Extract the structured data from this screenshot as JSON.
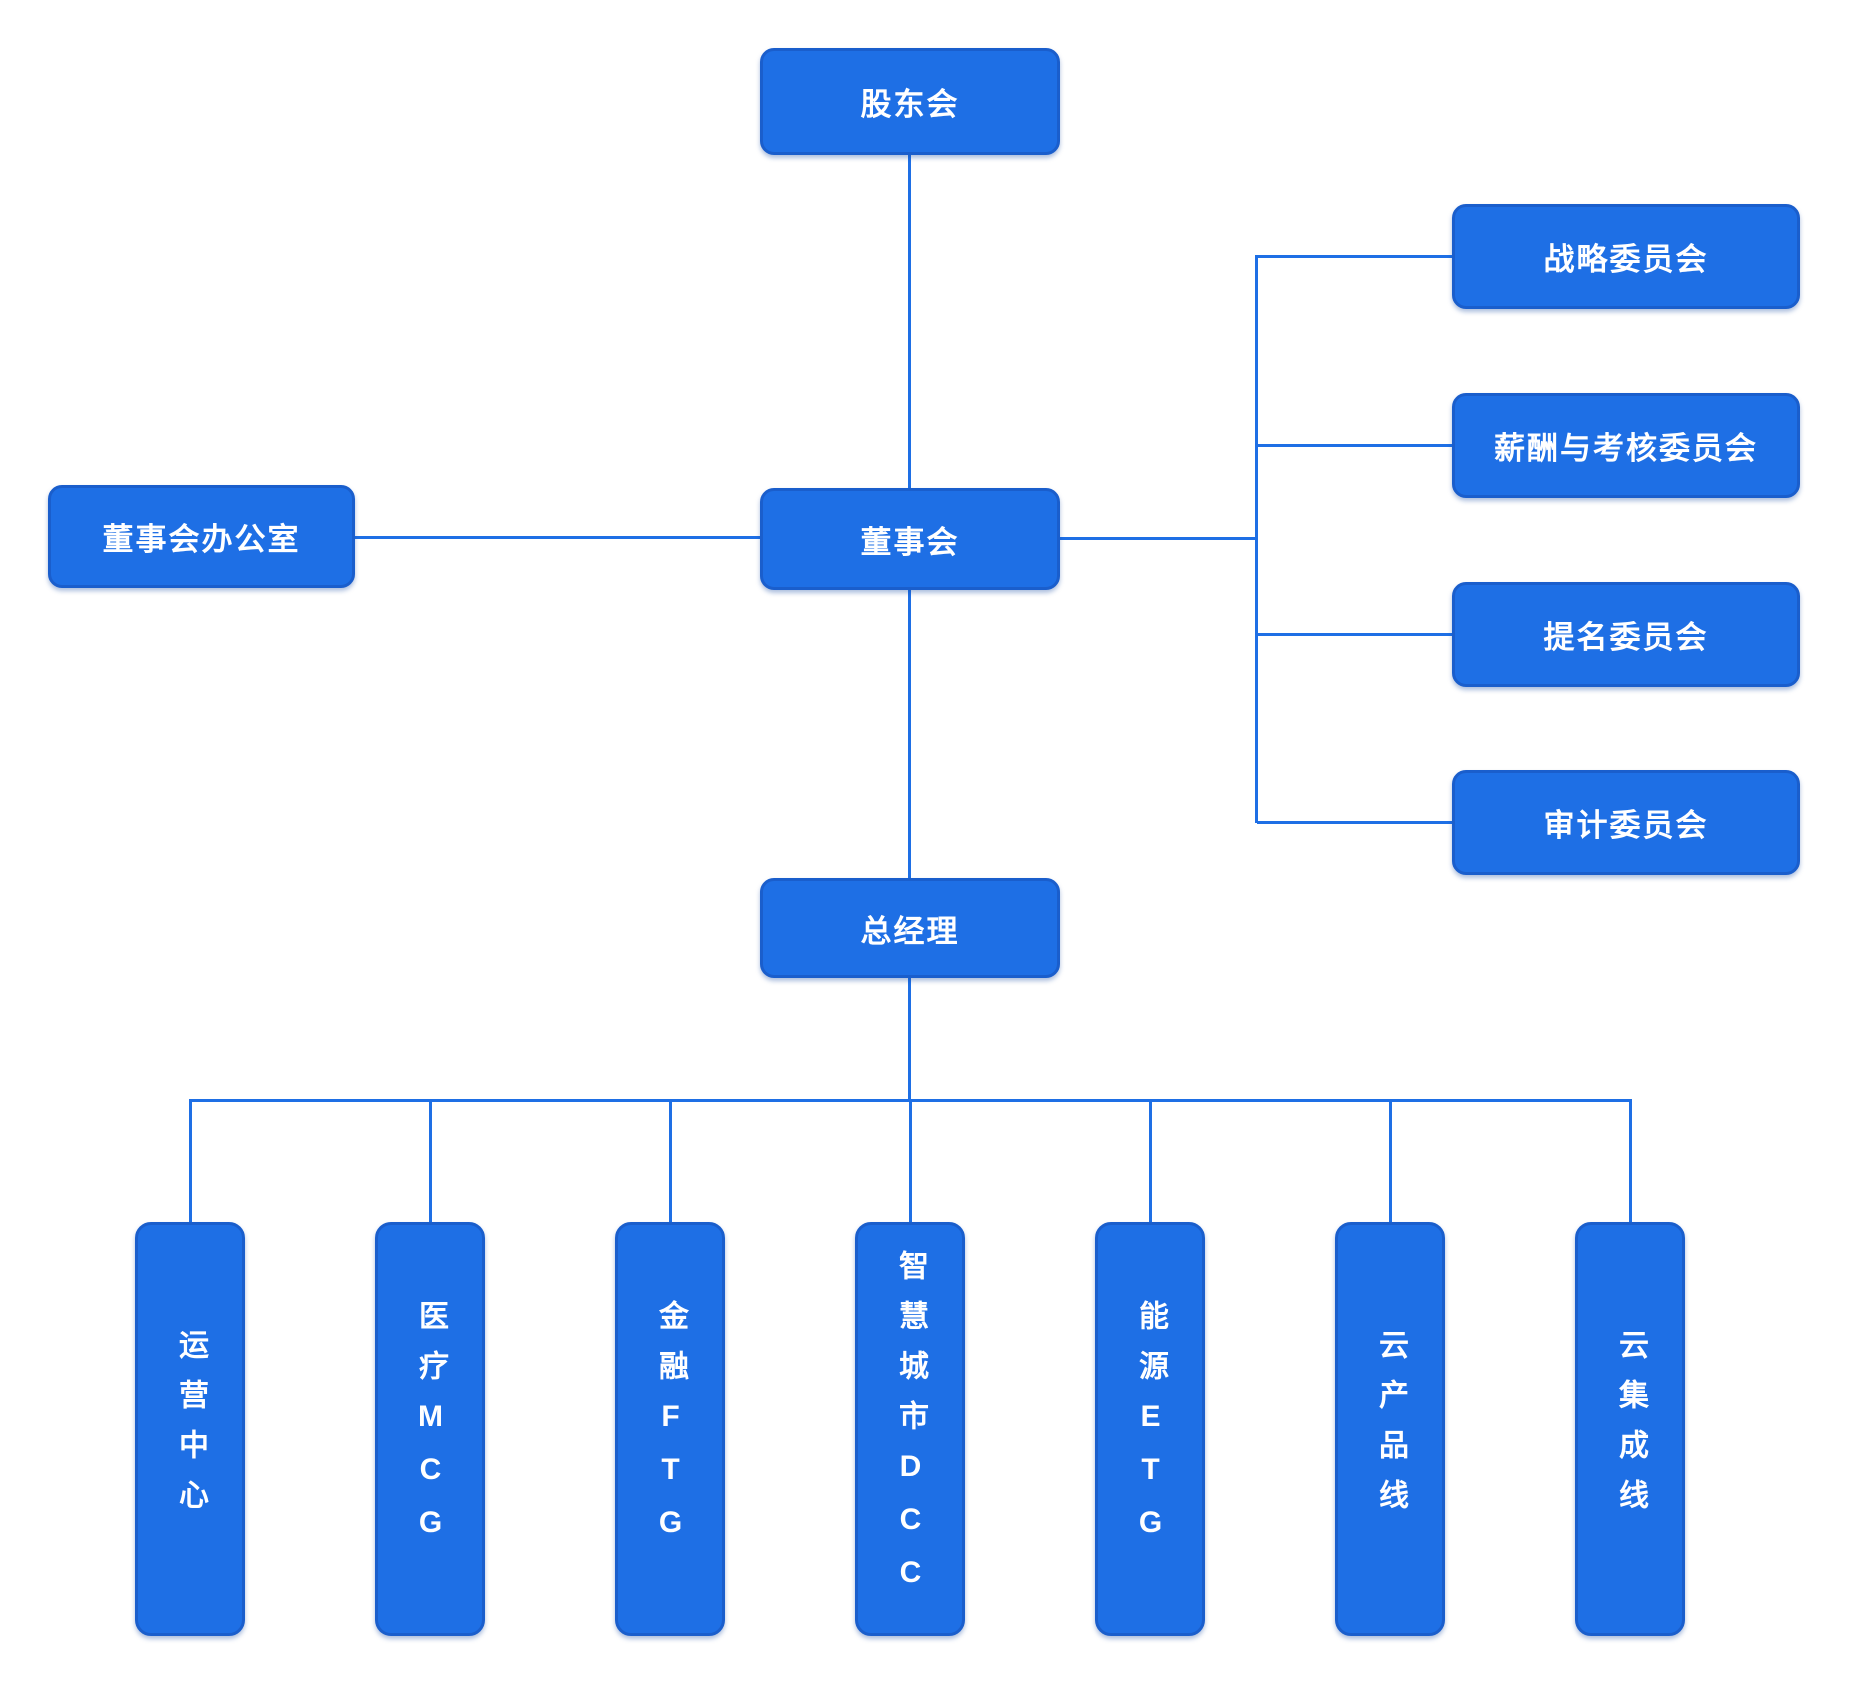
{
  "theme": {
    "node_fill": "#1e6fe5",
    "node_border": "#1a5ecc",
    "line_color": "#1e6fe5",
    "text_color": "#ffffff",
    "background": "#ffffff"
  },
  "chart_data": {
    "type": "org-chart",
    "nodes": {
      "shareholders": "股东会",
      "board_office": "董事会办公室",
      "board": "董事会",
      "general_manager": "总经理"
    },
    "committees": [
      {
        "label": "战略委员会"
      },
      {
        "label": "薪酬与考核委员会"
      },
      {
        "label": "提名委员会"
      },
      {
        "label": "审计委员会"
      }
    ],
    "business_units": [
      {
        "label": "运营中心"
      },
      {
        "label": "医疗MCG"
      },
      {
        "label": "金融FTG"
      },
      {
        "label": "智慧城市DCC"
      },
      {
        "label": "能源ETG"
      },
      {
        "label": "云产品线"
      },
      {
        "label": "云集成线"
      }
    ],
    "hierarchy": [
      "股东会 > 董事会",
      "董事会 — 董事会办公室",
      "董事会 > 战略委员会/薪酬与考核委员会/提名委员会/审计委员会",
      "董事会 > 总经理",
      "总经理 > 运营中心/医疗MCG/金融FTG/智慧城市DCC/能源ETG/云产品线/云集成线"
    ]
  }
}
